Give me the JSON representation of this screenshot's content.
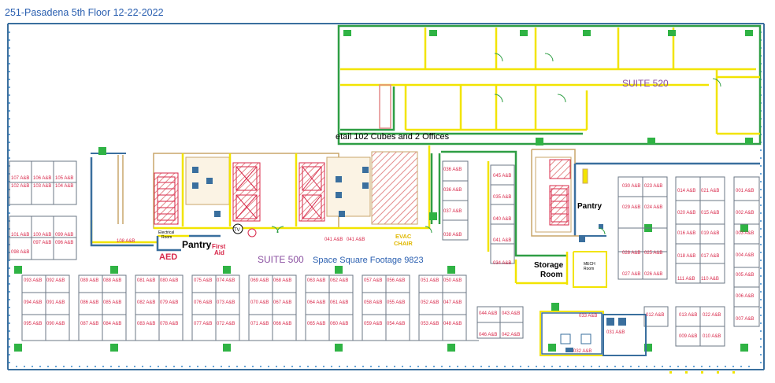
{
  "title": "251-Pasadena 5th Floor 12-22-2022",
  "banner": "etail 102 Cubes and 2 Offices",
  "suite_520": "SUITE 520",
  "suite_500": "SUITE 500",
  "square_footage": "Space Square Footage 9823",
  "rooms": {
    "pantry_left": "Pantry",
    "first_aid": "First Aid",
    "aed": "AED",
    "pantry_right": "Pantry",
    "storage": "Storage Room",
    "evac": "EVAC CHAIR",
    "electrical": "Electrical Room",
    "mech": "MECH Room",
    "tv": "TV"
  },
  "desk_labels": {
    "left_stack": [
      "107 A&B",
      "106 A&B",
      "105 A&B",
      "102 A&B",
      "103 A&B",
      "104 A&B",
      "101 A&B",
      "100 A&B",
      "099 A&B",
      "098 A&B",
      "097 A&B",
      "096 A&B"
    ],
    "near_108": "108 A&B",
    "bottom_row1": [
      "093 A&B",
      "092 A&B",
      "089 A&B",
      "088 A&B",
      "081 A&B",
      "080 A&B",
      "075 A&B",
      "074 A&B",
      "069 A&B",
      "068 A&B",
      "063 A&B",
      "062 A&B",
      "057 A&B",
      "056 A&B",
      "051 A&B",
      "050 A&B"
    ],
    "bottom_row2": [
      "094 A&B",
      "091 A&B",
      "086 A&B",
      "085 A&B",
      "082 A&B",
      "079 A&B",
      "076 A&B",
      "073 A&B",
      "070 A&B",
      "067 A&B",
      "064 A&B",
      "061 A&B",
      "058 A&B",
      "055 A&B",
      "052 A&B",
      "047 A&B"
    ],
    "bottom_row3": [
      "095 A&B",
      "090 A&B",
      "087 A&B",
      "084 A&B",
      "083 A&B",
      "078 A&B",
      "077 A&B",
      "072 A&B",
      "071 A&B",
      "066 A&B",
      "065 A&B",
      "060 A&B",
      "059 A&B",
      "054 A&B",
      "053 A&B",
      "048 A&B"
    ],
    "col_038": [
      "036 A&B",
      "036 A&B",
      "037 A&B",
      "038 A&B"
    ],
    "col_045": [
      "045 A&B",
      "035 A&B",
      "040 A&B",
      "041 A&B",
      "034 A&B"
    ],
    "mid_041": [
      "041 A&B",
      "041 A&B"
    ],
    "lower_044": [
      "044 A&B",
      "043 A&B",
      "046 A&B",
      "042 A&B"
    ],
    "office_033": [
      "033 A&B",
      "032 A&B"
    ],
    "office_031": "031 A&B",
    "right_a": [
      "030 A&B",
      "023 A&B",
      "029 A&B",
      "024 A&B",
      "028 A&B",
      "025 A&B",
      "027 A&B",
      "026 A&B"
    ],
    "right_b": [
      "014 A&B",
      "021 A&B",
      "020 A&B",
      "015 A&B",
      "016 A&B",
      "019 A&B",
      "018 A&B",
      "017 A&B",
      "111 A&B",
      "110 A&B"
    ],
    "right_c": [
      "001 A&B",
      "002 A&B",
      "003 A&B",
      "004 A&B",
      "005 A&B",
      "006 A&B",
      "007 A&B"
    ],
    "right_d": [
      "012 A&B",
      "013 A&B",
      "022 A&B",
      "009 A&B",
      "010 A&B"
    ]
  },
  "colors": {
    "wall_blue": "#3a6f9e",
    "wall_green": "#2e9e44",
    "wall_yellow": "#f2e400",
    "label_red": "#d8284a",
    "suite_purple": "#8a4fa0",
    "text_blue": "#2a5fb0",
    "pillar_green": "#2fb344",
    "hatch_red": "#e38a8a",
    "core_tan": "#c9a56a"
  }
}
